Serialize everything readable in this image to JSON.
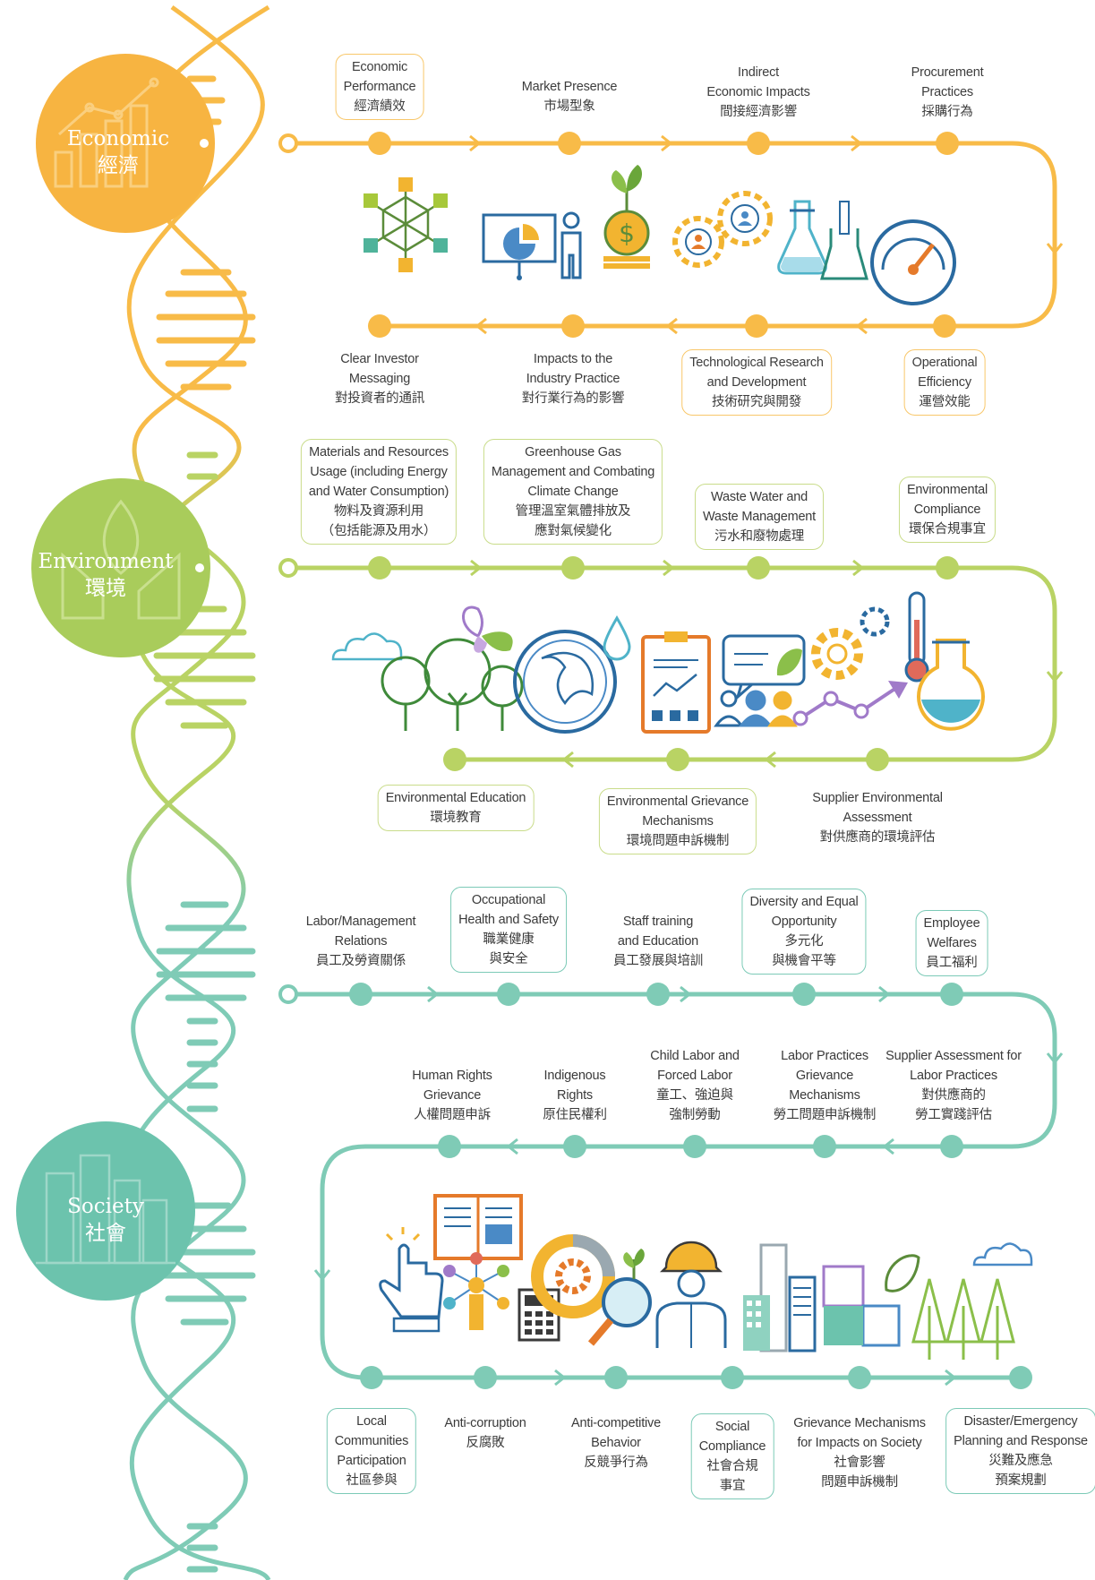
{
  "categories": {
    "economic": {
      "en": "Economic",
      "zh": "經濟",
      "color": "#f7b441"
    },
    "environment": {
      "en": "Environment",
      "zh": "環境",
      "color": "#a9cc5b"
    },
    "society": {
      "en": "Society",
      "zh": "社會",
      "color": "#6cc3ad"
    }
  },
  "economic_topics": [
    {
      "lines": [
        "Economic",
        "Performance",
        "經濟績效"
      ],
      "boxed": true
    },
    {
      "lines": [
        "Market Presence",
        "市場型象"
      ],
      "boxed": false
    },
    {
      "lines": [
        "Indirect",
        "Economic Impacts",
        "間接經濟影響"
      ],
      "boxed": false
    },
    {
      "lines": [
        "Procurement",
        "Practices",
        "採購行為"
      ],
      "boxed": false
    },
    {
      "lines": [
        "Operational",
        "Efficiency",
        "運營效能"
      ],
      "boxed": true
    },
    {
      "lines": [
        "Technological Research",
        "and Development",
        "技術研究與開發"
      ],
      "boxed": true
    },
    {
      "lines": [
        "Impacts to the",
        "Industry Practice",
        "對行業行為的影響"
      ],
      "boxed": false
    },
    {
      "lines": [
        "Clear Investor",
        "Messaging",
        "對投資者的通訊"
      ],
      "boxed": false
    }
  ],
  "environment_topics": [
    {
      "lines": [
        "Materials and Resources",
        "Usage  (including Energy",
        "and Water Consumption)",
        "物料及資源利用",
        "（包括能源及用水）"
      ],
      "boxed": true
    },
    {
      "lines": [
        "Greenhouse Gas",
        "Management and Combating",
        "Climate Change",
        "管理溫室氣體排放及",
        "應對氣候變化"
      ],
      "boxed": true
    },
    {
      "lines": [
        "Waste Water and",
        "Waste Management",
        "污水和廢物處理"
      ],
      "boxed": true
    },
    {
      "lines": [
        "Environmental",
        "Compliance",
        "環保合規事宜"
      ],
      "boxed": true
    },
    {
      "lines": [
        "Supplier Environmental",
        "Assessment",
        "對供應商的環境評估"
      ],
      "boxed": false
    },
    {
      "lines": [
        "Environmental Grievance",
        "Mechanisms",
        "環境問題申訴機制"
      ],
      "boxed": true
    },
    {
      "lines": [
        "Environmental Education",
        "環境教育"
      ],
      "boxed": true
    }
  ],
  "society_topics": [
    {
      "lines": [
        "Labor/Management",
        "Relations",
        "員工及勞資關係"
      ],
      "boxed": false
    },
    {
      "lines": [
        "Occupational",
        "Health and Safety",
        "職業健康",
        "與安全"
      ],
      "boxed": true
    },
    {
      "lines": [
        "Staff training",
        "and Education",
        "員工發展與培訓"
      ],
      "boxed": false
    },
    {
      "lines": [
        "Diversity and Equal",
        "Opportunity",
        "多元化",
        "與機會平等"
      ],
      "boxed": true
    },
    {
      "lines": [
        "Employee",
        "Welfares",
        "員工福利"
      ],
      "boxed": true
    },
    {
      "lines": [
        "Supplier Assessment for",
        "Labor Practices",
        "對供應商的",
        "勞工實踐評估"
      ],
      "boxed": false
    },
    {
      "lines": [
        "Labor Practices",
        "Grievance",
        "Mechanisms",
        "勞工問題申訴機制"
      ],
      "boxed": false
    },
    {
      "lines": [
        "Child Labor and",
        "Forced Labor",
        "童工、強迫與",
        "強制勞動"
      ],
      "boxed": false
    },
    {
      "lines": [
        "Indigenous",
        "Rights",
        "原住民權利"
      ],
      "boxed": false
    },
    {
      "lines": [
        "Human Rights",
        "Grievance",
        "人權問題申訴"
      ],
      "boxed": false
    },
    {
      "lines": [
        "Local",
        "Communities",
        "Participation",
        "社區參與"
      ],
      "boxed": true
    },
    {
      "lines": [
        "Anti-corruption",
        "反腐敗"
      ],
      "boxed": false
    },
    {
      "lines": [
        "Anti-competitive",
        "Behavior",
        "反競爭行為"
      ],
      "boxed": false
    },
    {
      "lines": [
        "Social",
        "Compliance",
        "社會合規",
        "事宜"
      ],
      "boxed": true
    },
    {
      "lines": [
        "Grievance Mechanisms",
        "for Impacts on Society",
        "社會影響",
        "問題申訴機制"
      ],
      "boxed": false
    },
    {
      "lines": [
        "Disaster/Emergency",
        "Planning and  Response",
        "災難及應急",
        "預案規劃"
      ],
      "boxed": true
    }
  ],
  "icons": [
    "network-hexagon-icon",
    "presentation-icon",
    "money-plant-icon",
    "gears-people-icon",
    "lab-flask-icon",
    "gauge-icon",
    "cloud-icon",
    "trees-icon",
    "butterfly-icon",
    "globe-icon",
    "water-drop-icon",
    "clipboard-chart-icon",
    "speech-leaf-icon",
    "people-icon",
    "growth-arrow-icon",
    "gear-icon",
    "thermometer-icon",
    "round-flask-icon",
    "touch-hand-icon",
    "book-icon",
    "people-network-icon",
    "calculator-icon",
    "pie-gear-icon",
    "magnifier-plant-icon",
    "worker-helmet-icon",
    "buildings-icon",
    "puzzle-leaf-icon",
    "pine-trees-icon"
  ]
}
